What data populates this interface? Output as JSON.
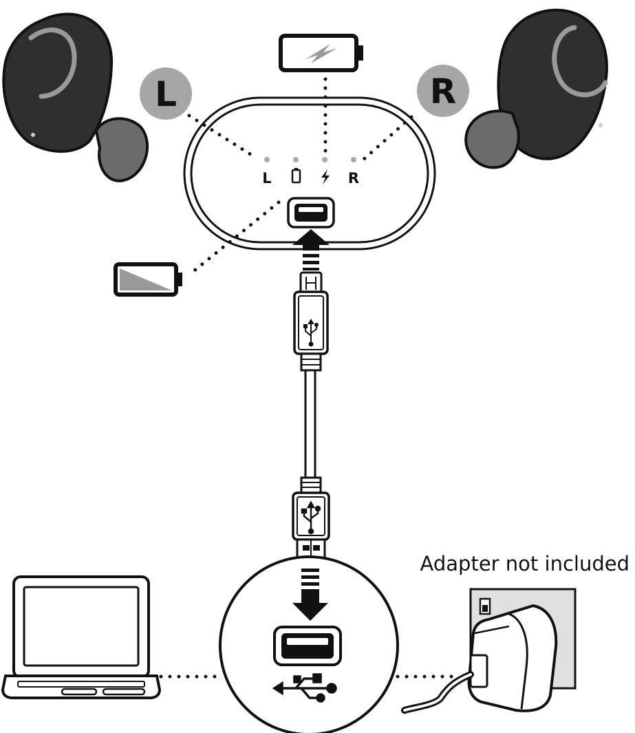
{
  "labels": {
    "left_badge": "L",
    "right_badge": "R",
    "case_indicator_left": "L",
    "case_indicator_right": "R",
    "adapter_note": "Adapter not included"
  },
  "colors": {
    "ink": "#111111",
    "earbud_body": "#2f2f2f",
    "earbud_ring": "#9a9a9a",
    "ear_tip": "#6b6b6b",
    "badge_fill": "#a6a6a6",
    "led_dot": "#aaaaaa",
    "wall_plate": "#e0e0e0",
    "background": "#ffffff"
  },
  "icons": {
    "top_battery": "battery-charging-icon",
    "left_battery": "battery-low-icon",
    "usb_symbol": "usb-trident-icon",
    "arrow_up": "arrow-up-icon",
    "arrow_down": "arrow-down-icon"
  }
}
